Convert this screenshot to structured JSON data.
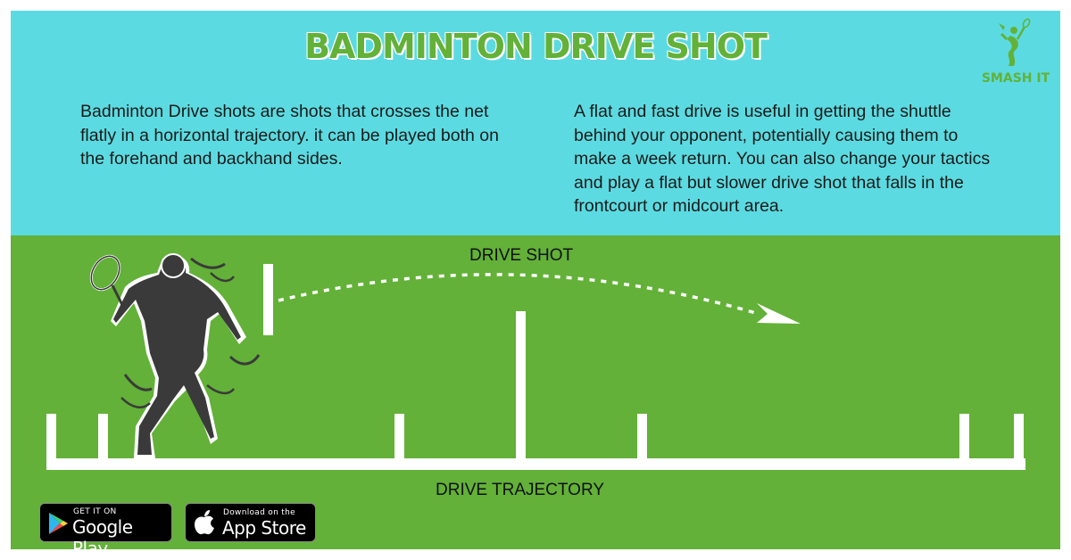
{
  "header": {
    "title": "BADMINTON DRIVE SHOT",
    "left_paragraph": "Badminton Drive shots are shots that crosses the net flatly in a horizontal trajectory. it can be played both on the forehand and backhand sides.",
    "right_paragraph": "A flat and fast drive is useful in getting the shuttle behind your opponent, potentially causing them to make a week return. You can also change your tactics and play a flat but slower drive shot that falls in the frontcourt or midcourt area."
  },
  "logo": {
    "text": "SMASH IT",
    "icon": "badminton-player-icon"
  },
  "diagram": {
    "shot_label": "DRIVE SHOT",
    "trajectory_label": "DRIVE TRAJECTORY"
  },
  "badges": {
    "google": {
      "small": "GET IT ON",
      "big": "Google Play",
      "icon": "google-play-icon"
    },
    "apple": {
      "small": "Download on the",
      "big": "App Store",
      "icon": "apple-icon"
    }
  },
  "colors": {
    "sky": "#5bdbe1",
    "grass": "#63b138",
    "title": "#63b138",
    "lines": "#ffffff"
  }
}
